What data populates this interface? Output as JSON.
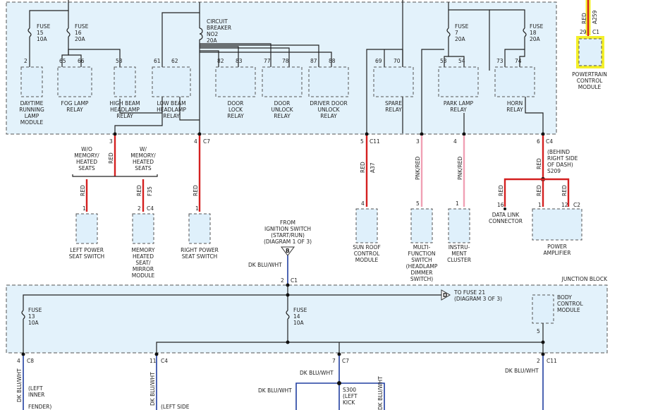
{
  "colors": {
    "red": "#d42020",
    "pink": "#f0a0b4",
    "blue": "#203ea0",
    "box": "#e3f2fb",
    "highlight": "#f4f02a"
  },
  "fuses": [
    {
      "name": "FUSE",
      "num": "15",
      "amp": "10A"
    },
    {
      "name": "FUSE",
      "num": "16",
      "amp": "20A"
    },
    {
      "name": "FUSE",
      "num": "7",
      "amp": "20A"
    },
    {
      "name": "FUSE",
      "num": "18",
      "amp": "20A"
    },
    {
      "name": "FUSE",
      "num": "13",
      "amp": "10A"
    },
    {
      "name": "FUSE",
      "num": "14",
      "amp": "10A"
    }
  ],
  "breaker": [
    "CIRCUIT",
    "BREAKER",
    "NO2",
    "20A"
  ],
  "relays": [
    {
      "pins": [
        "2"
      ],
      "label": [
        "DAYTIME",
        "RUNNING",
        "LAMP",
        "MODULE"
      ]
    },
    {
      "pins": [
        "65",
        "66"
      ],
      "label": [
        "FOG LAMP",
        "RELAY"
      ]
    },
    {
      "pins": [
        "58"
      ],
      "label": [
        "HIGH BEAM",
        "HEADLAMP",
        "RELAY"
      ]
    },
    {
      "pins": [
        "61",
        "62"
      ],
      "label": [
        "LOW BEAM",
        "HEADLAMP",
        "RELAY"
      ]
    },
    {
      "pins": [
        "82",
        "83"
      ],
      "label": [
        "DOOR",
        "LOCK",
        "RELAY"
      ]
    },
    {
      "pins": [
        "77",
        "78"
      ],
      "label": [
        "DOOR",
        "UNLOCK",
        "RELAY"
      ]
    },
    {
      "pins": [
        "87",
        "88"
      ],
      "label": [
        "DRIVER DOOR",
        "UNLOCK",
        "RELAY"
      ]
    },
    {
      "pins": [
        "69",
        "70"
      ],
      "label": [
        "SPARE",
        "RELAY"
      ]
    },
    {
      "pins": [
        "53",
        "54"
      ],
      "label": [
        "PARK LAMP",
        "RELAY"
      ]
    },
    {
      "pins": [
        "73",
        "74"
      ],
      "label": [
        "HORN",
        "RELAY"
      ]
    }
  ],
  "pcm": {
    "wire_color": "RED",
    "circuit": "A259",
    "pin": "29",
    "conn": "C1",
    "label": [
      "POWERTRAIN",
      "CONTROL",
      "MODULE"
    ]
  },
  "connectors": [
    {
      "pin": "3",
      "conn": ""
    },
    {
      "pin": "4",
      "conn": "C7"
    },
    {
      "pin": "5",
      "conn": "C11"
    },
    {
      "pin": "3",
      "conn": ""
    },
    {
      "pin": "4",
      "conn": ""
    },
    {
      "pin": "6",
      "conn": "C4"
    }
  ],
  "wires": {
    "red": "RED",
    "f35": "F35",
    "a37": "A37",
    "pnk_red": "PNK/RED",
    "dk_blu_wht": "DK BLU/WHT"
  },
  "seat_options": {
    "wo": [
      "W/O",
      "MEMORY/",
      "HEATED",
      "SEATS"
    ],
    "w": [
      "W/",
      "MEMORY/",
      "HEATED",
      "SEATS"
    ]
  },
  "behind": [
    "(BEHIND",
    "RIGHT SIDE",
    "OF DASH)",
    "S209"
  ],
  "loads": [
    {
      "pin": "1",
      "conn": "",
      "label": [
        "LEFT POWER",
        "SEAT SWITCH"
      ]
    },
    {
      "pin": "2",
      "conn": "C4",
      "label": [
        "MEMORY",
        "HEATED",
        "SEAT/",
        "MIRROR",
        "MODULE"
      ]
    },
    {
      "pin": "1",
      "conn": "",
      "label": [
        "RIGHT POWER",
        "SEAT SWITCH"
      ]
    },
    {
      "pin": "4",
      "conn": "",
      "label": [
        "SUN ROOF",
        "CONTROL",
        "MODULE"
      ]
    },
    {
      "pin": "5",
      "conn": "",
      "label": [
        "MULTI-",
        "FUNCTION",
        "SWITCH",
        "(HEADLAMP",
        "DIMMER",
        "SWITCH)"
      ]
    },
    {
      "pin": "1",
      "conn": "",
      "label": [
        "INSTRU-",
        "MENT",
        "CLUSTER"
      ]
    },
    {
      "pin": "16",
      "conn": "",
      "label": [
        "DATA LINK",
        "CONNECTOR"
      ]
    },
    {
      "pin": "1",
      "conn": "",
      "label": []
    },
    {
      "pin": "12",
      "conn": "C2",
      "label": [
        "POWER",
        "AMPLIFIER"
      ]
    }
  ],
  "ignition": {
    "text": [
      "FROM",
      "IGNITION SWITCH",
      "(START/RUN)",
      "(DIAGRAM 1 OF 3)"
    ],
    "tag": "B",
    "pin": "2",
    "conn": "C1"
  },
  "junction_block": "JUNCTION BLOCK",
  "to_fuse": {
    "tag": "D",
    "text": [
      "TO FUSE 21",
      "(DIAGRAM 3 OF 3)"
    ]
  },
  "bcm": {
    "pin": "5",
    "label": [
      "BODY",
      "CONTROL",
      "MODULE"
    ]
  },
  "bottom": [
    {
      "pin": "4",
      "conn": "C8",
      "text": [
        "(LEFT",
        "INNER",
        "FENDER)"
      ]
    },
    {
      "pin": "11",
      "conn": "C4",
      "text": [
        "(LEFT SIDE"
      ]
    },
    {
      "pin": "7",
      "conn": "C7",
      "text": [
        "S300",
        "(LEFT",
        "KICK"
      ]
    },
    {
      "pin": "2",
      "conn": "C11",
      "text": []
    }
  ]
}
